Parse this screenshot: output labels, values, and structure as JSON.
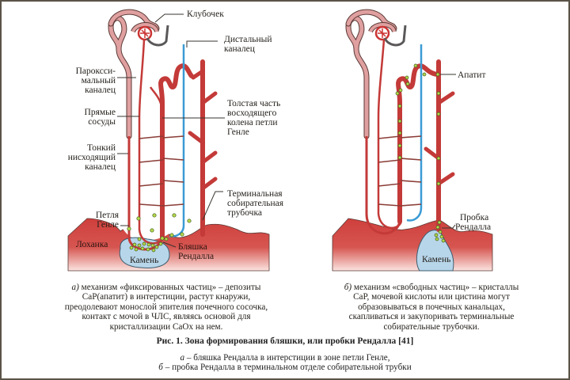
{
  "panel_a": {
    "labels": {
      "glomerulus": "Клубочек",
      "distal": [
        "Дистальный",
        "каналец"
      ],
      "proximal": [
        "Пароксси-",
        "мальный",
        "каналец"
      ],
      "vasa_recta": [
        "Прямые",
        "сосуды"
      ],
      "thick_ascending": [
        "Толстая часть",
        "восходящего",
        "колена петли",
        "Генле"
      ],
      "thin_descending": [
        "Тонкий",
        "нисходящий",
        "каналец"
      ],
      "terminal_collecting": [
        "Терминальная",
        "собирательная",
        "трубочка"
      ],
      "loop_henle": [
        "Петля",
        "Генле"
      ],
      "pelvis": "Лоханка",
      "plaque": [
        "Бляшка",
        "Рендалла"
      ],
      "stone": "Камень"
    },
    "description": {
      "prefix": "а)",
      "lines": [
        "механизм «фиксированных частиц» – депозиты",
        "CaP(апатит) в интерстиции, растут кнаружи,",
        "преодолевают монослой эпителия почечного сосочка,",
        "контакт с мочой  в ЧЛС, являясь основой для",
        "кристаллизации CaOx на нем."
      ]
    }
  },
  "panel_b": {
    "labels": {
      "apatite": "Апатит",
      "plug": [
        "Пробка",
        "Рендалла"
      ],
      "stone": "Камень"
    },
    "description": {
      "prefix": "б)",
      "lines": [
        "механизм «свободных частиц» – кристаллы",
        "CaP, мочевой кислоты или цистина могут",
        "образовываться в почечных канальцах,",
        "скапливаться и закупоривать терминальные",
        "собирательные трубочки."
      ]
    }
  },
  "caption": {
    "title": "Рис. 1. Зона формирования бляшки, или пробки Рендалла [41]",
    "line_a_prefix": "а",
    "line_a": " – бляшка Рендалла в интерстиции в зоне петли Генле,",
    "line_b_prefix": "б",
    "line_b": " – пробка Рендалла в терминальном отделе собирательной трубки"
  },
  "colors": {
    "vessel_red": "#d9413f",
    "tubule_pink": "#e0a0a0",
    "tissue_red": "#d24a46",
    "stone_blue": "#b8d6ea",
    "distal_blue": "#3a9bd5",
    "crystal_green": "#b6d94a",
    "border": "#5a5448"
  }
}
